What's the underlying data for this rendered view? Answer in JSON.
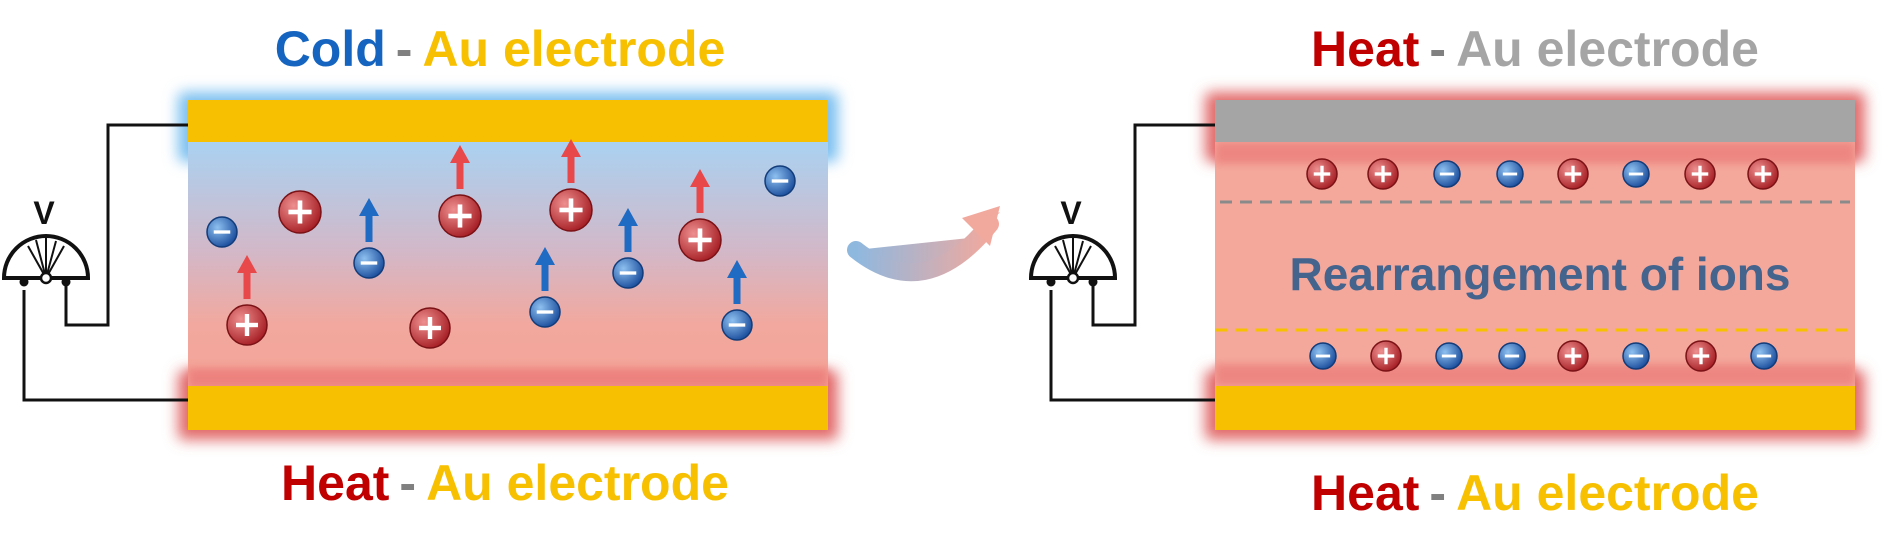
{
  "left_panel": {
    "top_label": {
      "word": "Cold",
      "dash": "-",
      "electrode": "Au electrode"
    },
    "bottom_label": {
      "word": "Heat",
      "dash": "-",
      "electrode": "Au electrode"
    },
    "meter_label": "V",
    "ions": [
      {
        "charge": "positive",
        "arrow": false
      },
      {
        "charge": "positive",
        "arrow": true
      },
      {
        "charge": "positive",
        "arrow": true
      },
      {
        "charge": "positive",
        "arrow": false
      },
      {
        "charge": "positive",
        "arrow": true
      },
      {
        "charge": "positive",
        "arrow": true
      },
      {
        "charge": "negative",
        "arrow": false
      },
      {
        "charge": "negative",
        "arrow": true
      },
      {
        "charge": "negative",
        "arrow": true
      },
      {
        "charge": "negative",
        "arrow": true
      },
      {
        "charge": "negative",
        "arrow": true
      },
      {
        "charge": "negative",
        "arrow": false
      }
    ]
  },
  "right_panel": {
    "top_label": {
      "word": "Heat",
      "dash": "-",
      "electrode": "Au electrode"
    },
    "bottom_label": {
      "word": "Heat",
      "dash": "-",
      "electrode": "Au electrode"
    },
    "meter_label": "V",
    "center_text": "Rearrangement of ions",
    "top_row": [
      "positive",
      "positive",
      "negative",
      "negative",
      "positive",
      "negative",
      "positive",
      "positive"
    ],
    "bottom_row": [
      "negative",
      "positive",
      "negative",
      "negative",
      "positive",
      "negative",
      "positive",
      "negative"
    ]
  },
  "colors": {
    "cold_blue": "#1565c0",
    "heat_red": "#c00000",
    "gold": "#f7c000",
    "gray": "#a5a5a5",
    "dark_text_blue": "#44648e",
    "pos_ion": "#d13c3c",
    "neg_ion": "#2f6bbf",
    "arrow_red": "#e8484a",
    "arrow_blue": "#1f6ac2",
    "electrolyte_pink": "#f4a89c"
  }
}
